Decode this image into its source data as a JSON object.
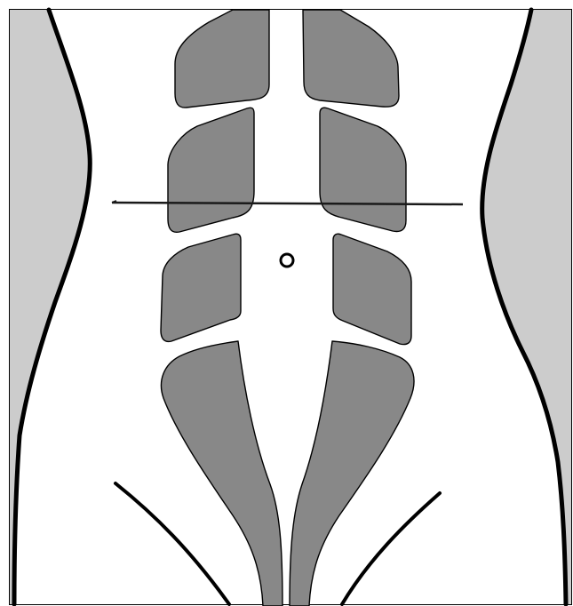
{
  "figure": {
    "subject": "abdominal-wall-anatomy",
    "colors": {
      "background": "#ffffff",
      "frame": "#000000",
      "flank_fill": "#cccccc",
      "muscle_fill": "#888888",
      "outline": "#000000",
      "measurement_line": "#1a1a1a"
    },
    "elements": {
      "left_flank": "left-flank",
      "right_flank": "right-flank",
      "rectus_segments": [
        "left-upper-segment",
        "right-upper-segment",
        "left-second-segment",
        "right-second-segment",
        "left-third-segment",
        "right-third-segment",
        "left-lower-segment",
        "right-lower-segment"
      ],
      "umbilicus": "navel-marker",
      "reference_line": "horizontal-measurement-line",
      "groin_lines": [
        "left-inguinal-line",
        "right-inguinal-line"
      ]
    }
  }
}
